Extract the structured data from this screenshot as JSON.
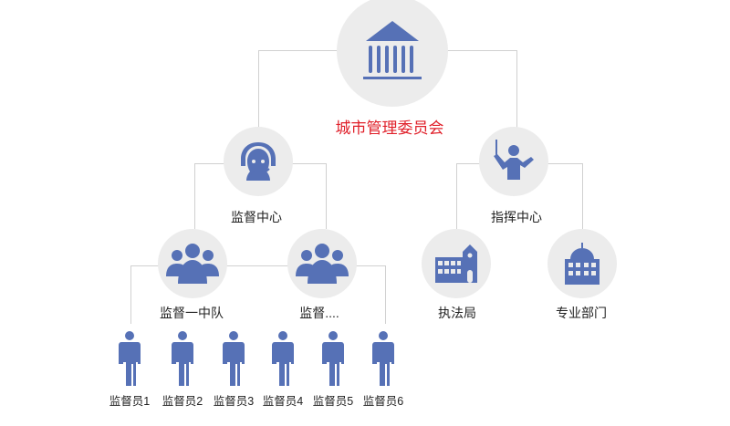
{
  "colors": {
    "icon": "#5671b6",
    "circle": "#ececec",
    "line": "#d0d0d0",
    "root_label": "#e0202a"
  },
  "root": {
    "label": "城市管理委员会",
    "icon": "government-building-icon"
  },
  "level1": [
    {
      "label": "监督中心",
      "icon": "customer-service-headset-icon"
    },
    {
      "label": "指挥中心",
      "icon": "conductor-icon"
    }
  ],
  "level2": [
    {
      "label": "监督一中队",
      "icon": "team-icon"
    },
    {
      "label": "监督....",
      "icon": "team-icon"
    },
    {
      "label": "执法局",
      "icon": "school-building-icon"
    },
    {
      "label": "专业部门",
      "icon": "domed-building-icon"
    }
  ],
  "staff": [
    {
      "label": "监督员1"
    },
    {
      "label": "监督员2"
    },
    {
      "label": "监督员3"
    },
    {
      "label": "监督员4"
    },
    {
      "label": "监督员5"
    },
    {
      "label": "监督员6"
    }
  ]
}
